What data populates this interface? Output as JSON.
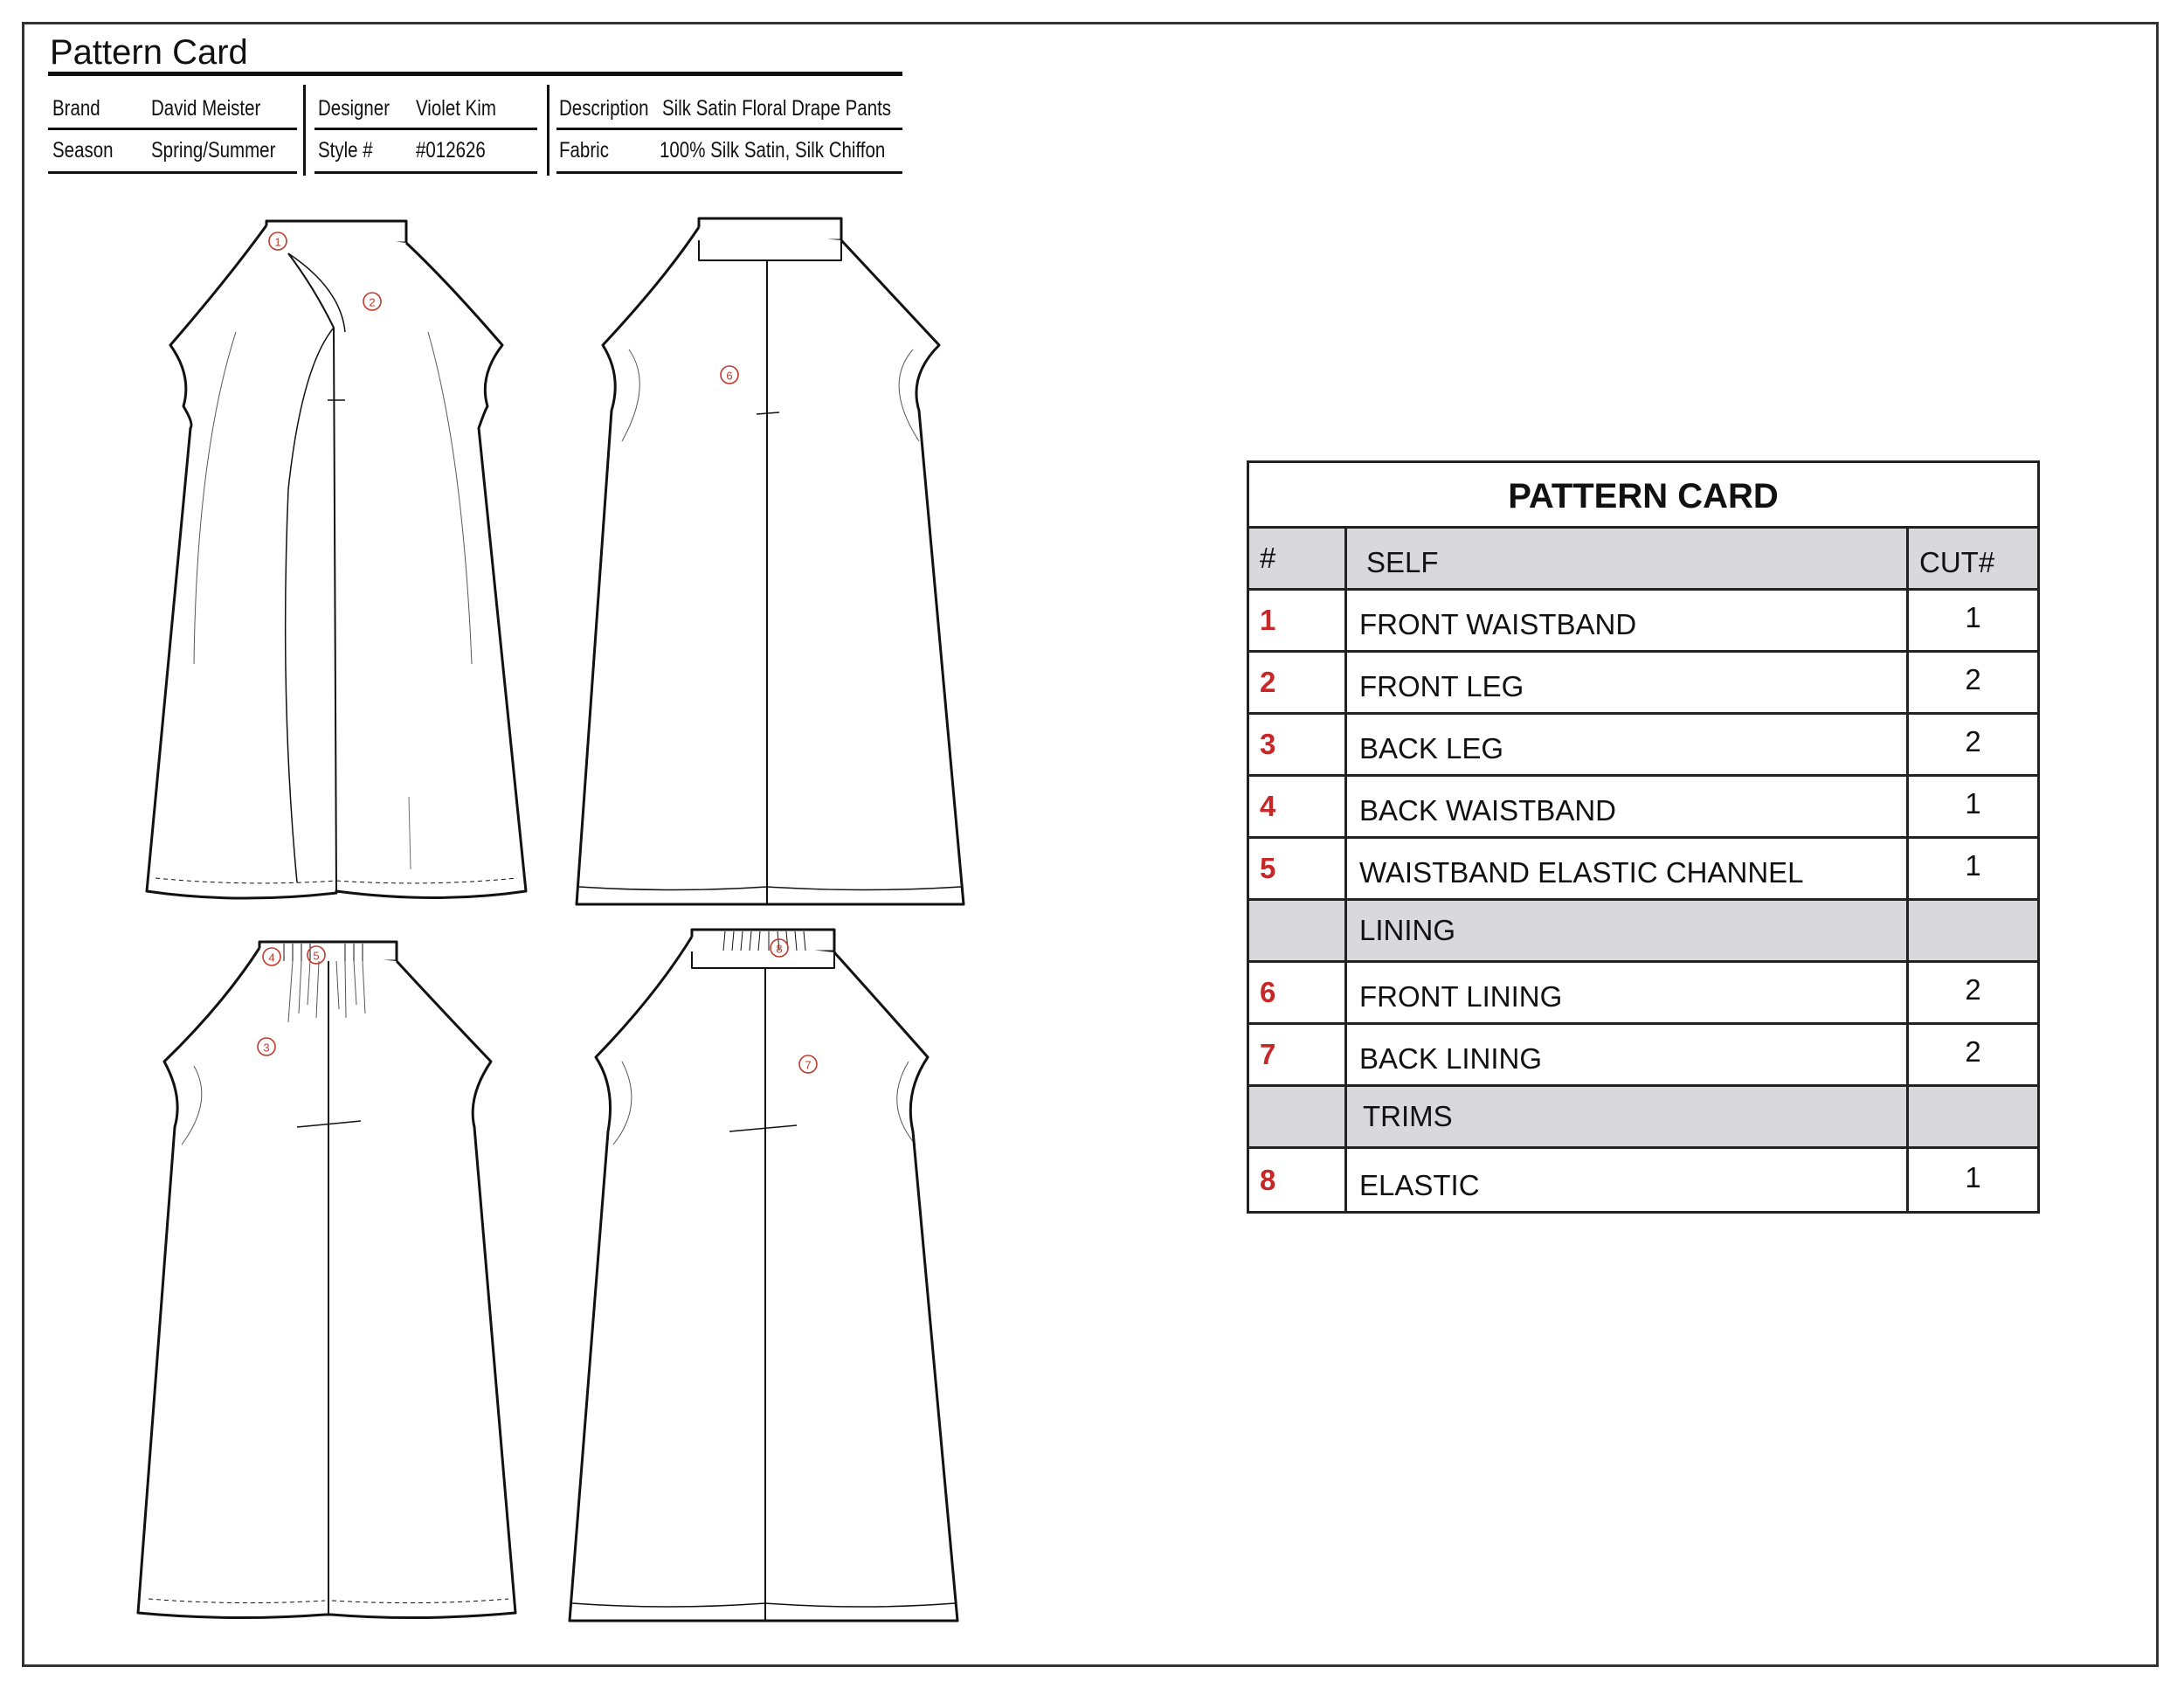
{
  "header": {
    "title": "Pattern Card",
    "brand_label": "Brand",
    "brand_value": "David Meister",
    "season_label": "Season",
    "season_value": "Spring/Summer",
    "designer_label": "Designer",
    "designer_value": "Violet Kim",
    "style_label": "Style #",
    "style_value": "#012626",
    "description_label": "Description",
    "description_value": "Silk Satin Floral Drape Pants",
    "fabric_label": "Fabric",
    "fabric_value": "100% Silk Satin, Silk Chiffon"
  },
  "callouts": [
    "1",
    "2",
    "3",
    "4",
    "5",
    "6",
    "7",
    "8"
  ],
  "pattern_card": {
    "title": "PATTERN CARD",
    "col_num": "#",
    "col_self": "SELF",
    "col_cut": "CUT#",
    "self_rows": [
      {
        "num": "1",
        "name": "FRONT WAISTBAND",
        "cut": "1"
      },
      {
        "num": "2",
        "name": "FRONT LEG",
        "cut": "2"
      },
      {
        "num": "3",
        "name": "BACK LEG",
        "cut": "2"
      },
      {
        "num": "4",
        "name": "BACK WAISTBAND",
        "cut": "1"
      },
      {
        "num": "5",
        "name": "WAISTBAND ELASTIC CHANNEL",
        "cut": "1"
      }
    ],
    "lining_label": "LINING",
    "lining_rows": [
      {
        "num": "6",
        "name": "FRONT LINING",
        "cut": "2"
      },
      {
        "num": "7",
        "name": "BACK LINING",
        "cut": "2"
      }
    ],
    "trims_label": "TRIMS",
    "trims_rows": [
      {
        "num": "8",
        "name": "ELASTIC",
        "cut": "1"
      }
    ]
  },
  "colors": {
    "callout_red": "#c0392b",
    "row_number_red": "#c62828",
    "section_gray": "#d9d9db"
  }
}
